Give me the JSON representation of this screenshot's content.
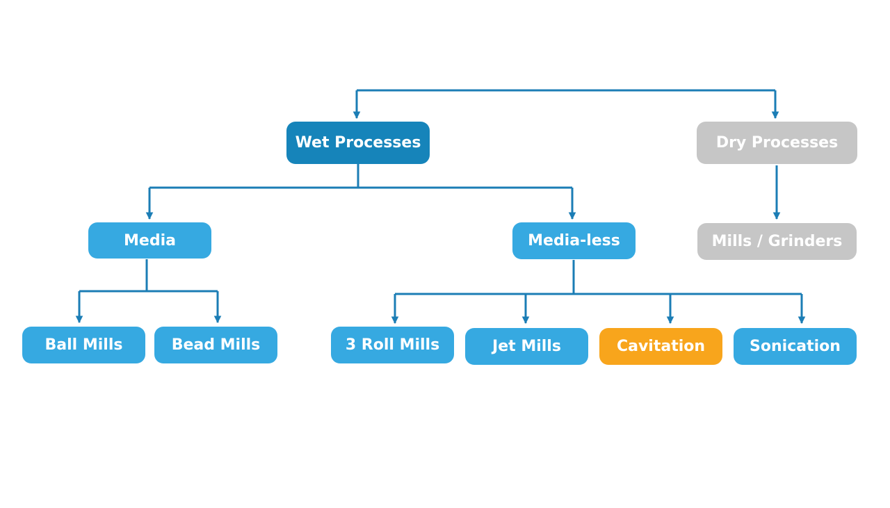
{
  "colors": {
    "connector": "#1b7db5",
    "primary": "#1684ba",
    "secondary": "#36a9e1",
    "neutral": "#c6c6c6",
    "highlight": "#f8a51c",
    "text": "#ffffff"
  },
  "nodes": {
    "wet_processes": "Wet Processes",
    "dry_processes": "Dry Processes",
    "media": "Media",
    "media_less": "Media-less",
    "mills_grinders": "Mills / Grinders",
    "ball_mills": "Ball Mills",
    "bead_mills": "Bead Mills",
    "roll_mills": "3 Roll Mills",
    "jet_mills": "Jet Mills",
    "cavitation": "Cavitation",
    "sonication": "Sonication"
  }
}
